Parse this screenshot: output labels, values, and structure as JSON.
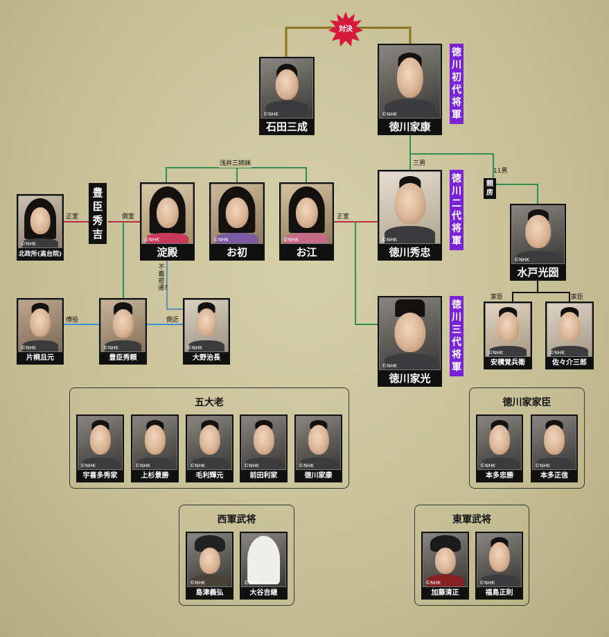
{
  "header": {
    "taiketsu": "対決"
  },
  "relations": {
    "sanshimai": "浅井三姉妹",
    "sannan": "三男",
    "juuichinan": "11男",
    "seishitsu_left": "正室",
    "sokushitsu": "側室",
    "seishitsu_right": "正室",
    "furigi": "不義密通?",
    "fueki": "傅役",
    "sokkin": "側近",
    "karou_left": "家臣",
    "karou_right": "家臣"
  },
  "labels": {
    "toyotomi_hideyoshi": "豊臣秀吉",
    "shogun1": "徳川初代将軍",
    "shogun2": "徳川二代将軍",
    "shogun3": "徳川三代将軍",
    "yorifusa": "頼房"
  },
  "credit": "©NHK",
  "people": {
    "ishida": "石田三成",
    "ieyasu": "徳川家康",
    "kitanomandokoro": "北政所(高台院)",
    "yodo": "淀殿",
    "ohatsu": "お初",
    "ogo": "お江",
    "hidetada": "徳川秀忠",
    "mitsukuni": "水戸光圀",
    "katagiri": "片桐且元",
    "hideyori": "豊臣秀頼",
    "ono": "大野治長",
    "iemitsu": "徳川家光",
    "asaka": "安積覚兵衛",
    "sasa": "佐々介三郎"
  },
  "gotairo": {
    "title": "五大老",
    "members": [
      "宇喜多秀家",
      "上杉景勝",
      "毛利輝元",
      "前田利家",
      "徳川家康"
    ]
  },
  "tokugawa_kashin": {
    "title": "徳川家家臣",
    "members": [
      "本多忠勝",
      "本多正信"
    ]
  },
  "seigun": {
    "title": "西軍武将",
    "members": [
      "島津義弘",
      "大谷吉継"
    ]
  },
  "tougun": {
    "title": "東軍武将",
    "members": [
      "加藤清正",
      "福島正則"
    ]
  },
  "colors": {
    "background": "#c9c29a",
    "line_gold": "#8a7218",
    "line_green": "#2e8f55",
    "line_red": "#c0283c",
    "line_blue": "#3b8fd0",
    "line_steel": "#5f8fb5",
    "starburst": "#d71a3c",
    "purple_label": "#7a22d6"
  }
}
